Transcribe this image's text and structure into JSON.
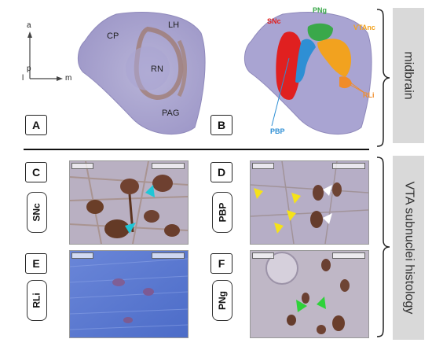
{
  "orientation": {
    "anterior": "a",
    "posterior": "p",
    "lateral": "l",
    "medial": "m"
  },
  "panel_a": {
    "label": "A",
    "annotations": {
      "cp": "CP",
      "lh": "LH",
      "rn": "RN",
      "pag": "PAG"
    }
  },
  "panel_b": {
    "label": "B",
    "annotations": {
      "snc": "SNc",
      "png": "PNg",
      "vtanc": "VTAnc",
      "pbp": "PBP",
      "rli": "RLi"
    },
    "colors": {
      "snc": "#e02020",
      "png": "#3aa84a",
      "vtanc": "#f2a21f",
      "pbp": "#2e8fd4",
      "rli": "#f08c2a"
    }
  },
  "side_labels": {
    "midbrain": "midbrain",
    "histology": "VTA subnuclei histology"
  },
  "panels": {
    "c": {
      "label": "C",
      "region": "SNc"
    },
    "d": {
      "label": "D",
      "region": "PBP"
    },
    "e": {
      "label": "E",
      "region": "RLi"
    },
    "f": {
      "label": "F",
      "region": "PNg"
    }
  },
  "arrow_colors": {
    "c": "#1fc6d6",
    "d_yellow": "#f5e21a",
    "d_white": "#ffffff",
    "f": "#2fd23a"
  }
}
